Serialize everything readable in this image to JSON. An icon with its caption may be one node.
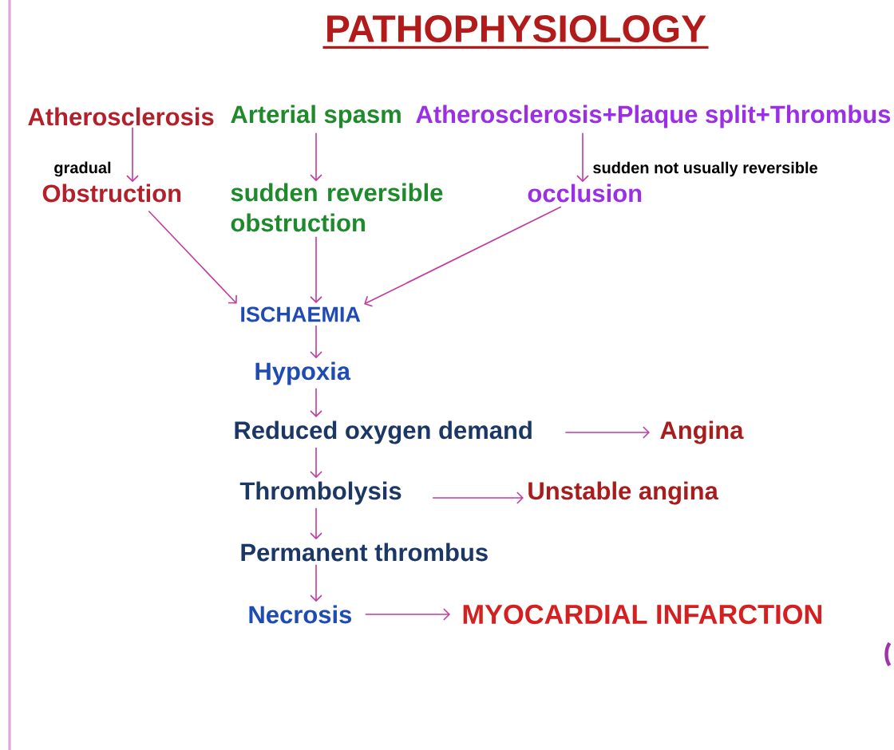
{
  "diagram": {
    "title": "PATHOPHYSIOLOGY",
    "nodes": [
      {
        "text": [
          "Atherosclerosis"
        ]
      },
      {
        "text": [
          "Arterial spasm"
        ]
      },
      {
        "text": [
          "Atherosclerosis+Plaque split+Thrombus"
        ]
      },
      {
        "text": [
          "Obstruction"
        ]
      },
      {
        "text": [
          "sudden reversible obstruction"
        ]
      },
      {
        "text": [
          "occlusion"
        ]
      },
      {
        "text": [
          "ISCHAEMIA"
        ]
      },
      {
        "text": [
          "Hypoxia"
        ]
      },
      {
        "text": [
          "Reduced oxygen demand"
        ]
      },
      {
        "text": [
          "Angina"
        ]
      },
      {
        "text": [
          "Thrombolysis"
        ]
      },
      {
        "text": [
          "Unstable angina"
        ]
      },
      {
        "text": [
          "Permanent thrombus"
        ]
      },
      {
        "text": [
          "Necrosis"
        ]
      },
      {
        "text": [
          "MYOCARDIAL INFARCTION"
        ]
      }
    ],
    "edges": [
      {
        "from": 0,
        "to": 3,
        "arrow": "to",
        "label": "gradual"
      },
      {
        "from": 1,
        "to": 4,
        "arrow": "to"
      },
      {
        "from": 2,
        "to": 5,
        "arrow": "to",
        "label": "sudden not usually reversible"
      },
      {
        "from": 3,
        "to": 6,
        "arrow": "to"
      },
      {
        "from": 4,
        "to": 6,
        "arrow": "to"
      },
      {
        "from": 5,
        "to": 6,
        "arrow": "to"
      },
      {
        "from": 6,
        "to": 7,
        "arrow": "to"
      },
      {
        "from": 7,
        "to": 8,
        "arrow": "to"
      },
      {
        "from": 8,
        "to": 9,
        "arrow": "to"
      },
      {
        "from": 8,
        "to": 10,
        "arrow": "to"
      },
      {
        "from": 10,
        "to": 11,
        "arrow": "to"
      },
      {
        "from": 10,
        "to": 12,
        "arrow": "to"
      },
      {
        "from": 12,
        "to": 13,
        "arrow": "to"
      },
      {
        "from": 13,
        "to": 14,
        "arrow": "to"
      }
    ]
  }
}
